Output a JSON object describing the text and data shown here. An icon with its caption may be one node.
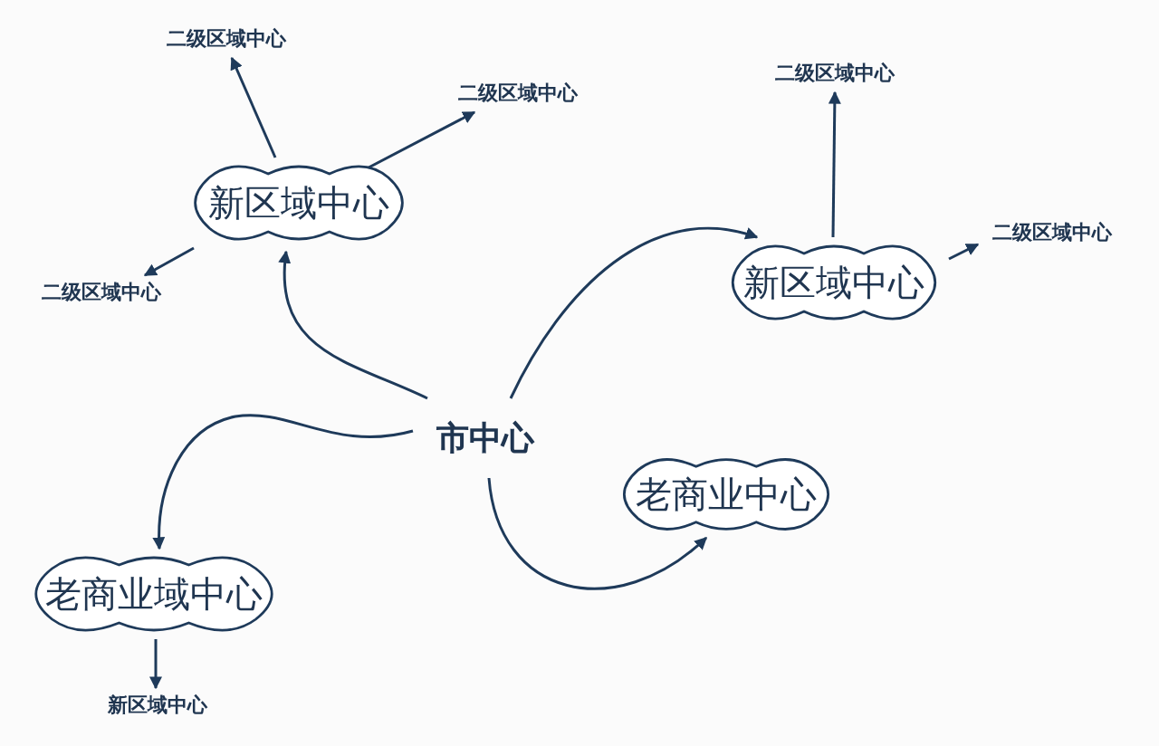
{
  "diagram": {
    "nodes": [
      {
        "text": [
          "市中心"
        ]
      },
      {
        "text": [
          "新区域中心"
        ]
      },
      {
        "text": [
          "二级区域中心"
        ]
      },
      {
        "text": [
          "二级区域中心"
        ]
      },
      {
        "text": [
          "二级区域中心"
        ]
      },
      {
        "text": [
          "新区域中心"
        ]
      },
      {
        "text": [
          "二级区域中心"
        ]
      },
      {
        "text": [
          "二级区域中心"
        ]
      },
      {
        "text": [
          "老商业中心"
        ]
      },
      {
        "text": [
          "老商业域中心"
        ]
      },
      {
        "text": [
          "新区域中心"
        ]
      }
    ],
    "edges": [
      {
        "from": 0,
        "to": 1,
        "arrow": "to"
      },
      {
        "from": 0,
        "to": 5,
        "arrow": "to"
      },
      {
        "from": 0,
        "to": 8,
        "arrow": "to"
      },
      {
        "from": 0,
        "to": 9,
        "arrow": "to"
      },
      {
        "from": 1,
        "to": 2,
        "arrow": "to"
      },
      {
        "from": 1,
        "to": 3,
        "arrow": "to"
      },
      {
        "from": 1,
        "to": 4,
        "arrow": "to"
      },
      {
        "from": 5,
        "to": 6,
        "arrow": "to"
      },
      {
        "from": 5,
        "to": 7,
        "arrow": "to"
      },
      {
        "from": 9,
        "to": 10,
        "arrow": "to"
      }
    ]
  }
}
